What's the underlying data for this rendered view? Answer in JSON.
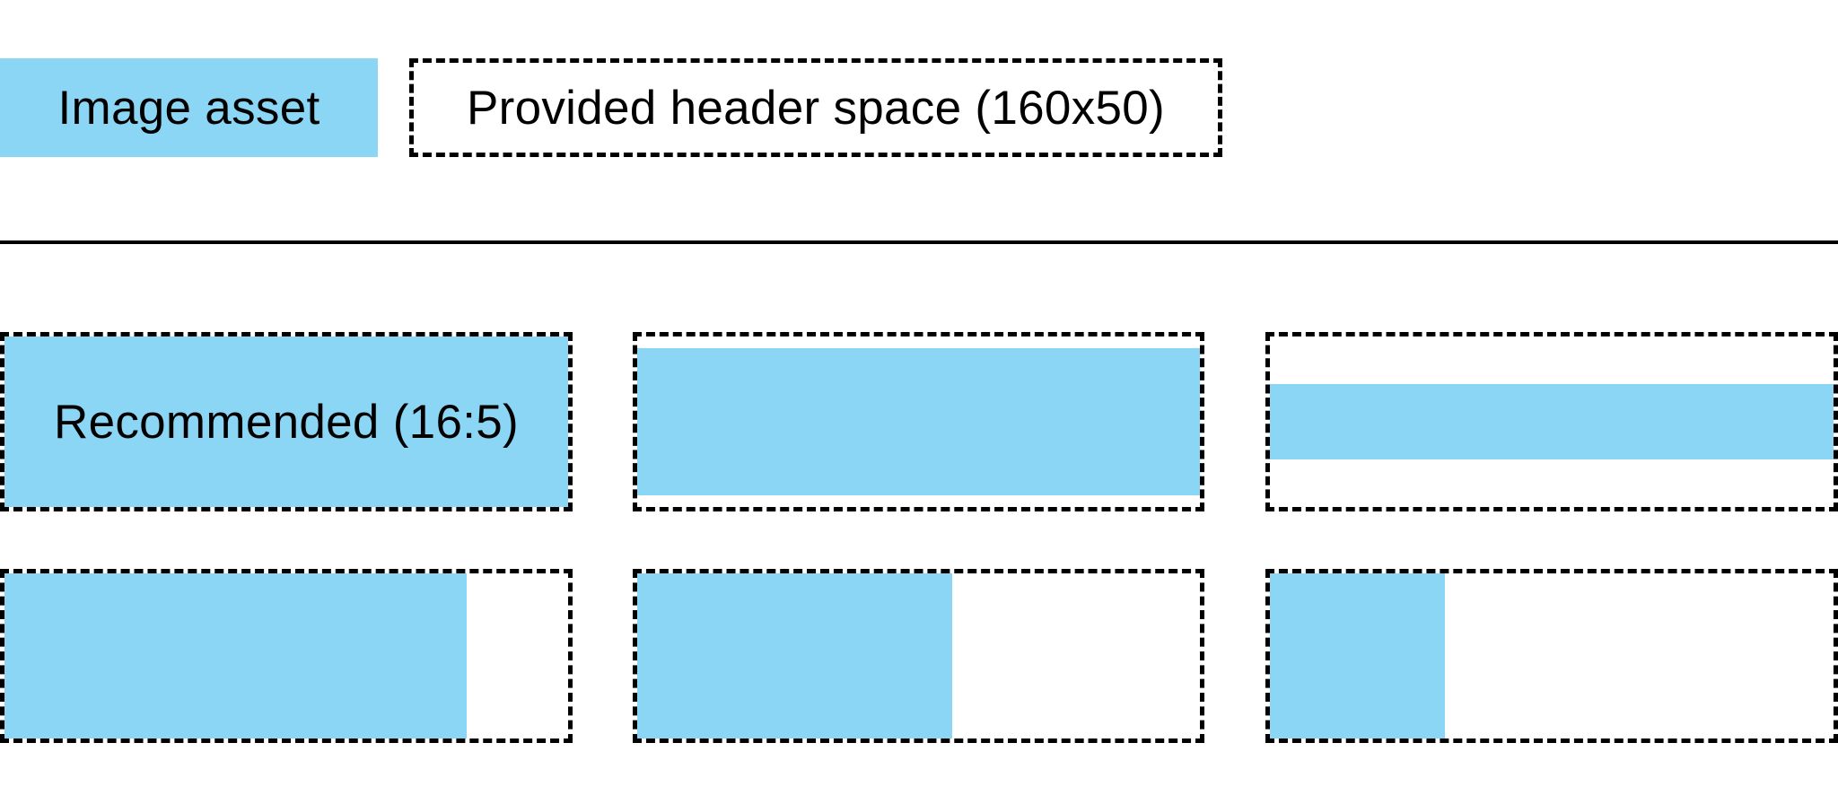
{
  "colors": {
    "asset_blue": "#8BD5F5",
    "line_black": "#000000",
    "background": "#FFFFFF"
  },
  "legend": {
    "image_asset_label": "Image asset",
    "header_space_label": "Provided header space (160x50)"
  },
  "grid": {
    "rows": [
      {
        "cells": [
          {
            "label": "Recommended (16:5)",
            "fill_width": "100%",
            "fill_height": "100%",
            "valign": "center"
          },
          {
            "label": "",
            "fill_width": "100%",
            "fill_height": "86%",
            "valign": "center"
          },
          {
            "label": "",
            "fill_width": "100%",
            "fill_height": "44%",
            "valign": "center"
          }
        ]
      },
      {
        "cells": [
          {
            "label": "",
            "fill_width": "82%",
            "fill_height": "100%",
            "valign": "top"
          },
          {
            "label": "",
            "fill_width": "56%",
            "fill_height": "100%",
            "valign": "top"
          },
          {
            "label": "",
            "fill_width": "31%",
            "fill_height": "100%",
            "valign": "top"
          }
        ]
      }
    ]
  }
}
